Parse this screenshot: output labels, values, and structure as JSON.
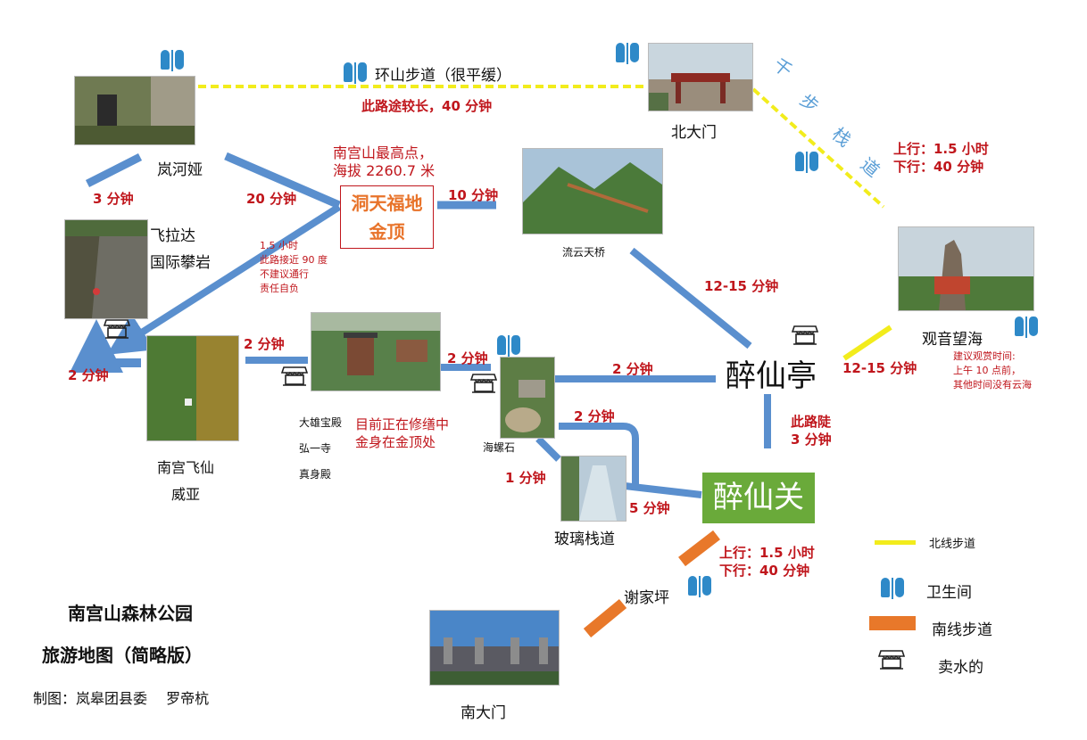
{
  "routes": {
    "loop_trail": "环山步道（很平缓）",
    "loop_time": "此路途较长，40 分钟",
    "qianbu_title": "千步栈道",
    "qianbu_up": "上行：1.5 小时",
    "qianbu_down": "下行：40 分钟"
  },
  "places": {
    "lanheya": "岚河娅",
    "beidamen": "北大门",
    "dongtian_line1": "洞天福地",
    "dongtian_line2": "金顶",
    "highest_line1": "南宫山最高点，",
    "highest_line2": "海拔 2260.7 米",
    "liuyun": "流云天桥",
    "feilada_line1": "飞拉达",
    "feilada_line2": "国际攀岩",
    "guanyin": "观音望海",
    "guanyin_note1": "建议观赏时间:",
    "guanyin_note2": "上午 10 点前，",
    "guanyin_note3": "其他时间没有云海",
    "zuixianting": "醉仙亭",
    "zuixianguan": "醉仙关",
    "daxiong": "大雄宝殿",
    "hongyi": "弘一寺",
    "zhenshen": "真身殿",
    "repair_line1": "目前正在修缮中",
    "repair_line2": "金身在金顶处",
    "hailuo": "海螺石",
    "boli": "玻璃栈道",
    "weiya_line1": "南宫飞仙",
    "weiya_line2": "威亚",
    "xiejiaping": "谢家坪",
    "nandamen": "南大门"
  },
  "times": {
    "t_3min": "3 分钟",
    "t_20min": "20 分钟",
    "t_10min": "10 分钟",
    "cliff_line1": "1.5 小时",
    "cliff_line2": "此路接近 90 度",
    "cliff_line3": "不建议通行",
    "cliff_line4": "责任自负",
    "t_12_15_a": "12-15 分钟",
    "t_12_15_b": "12-15 分钟",
    "t_2min_left": "2 分钟",
    "t_2min_a": "2 分钟",
    "t_2min_b": "2 分钟",
    "t_2min_c": "2 分钟",
    "t_2min_d": "2 分钟",
    "steep_line1": "此路陡",
    "steep_line2": "3 分钟",
    "t_1min": "1 分钟",
    "t_5min": "5 分钟",
    "south_up": "上行：1.5 小时",
    "south_down": "下行：40 分钟"
  },
  "legend": {
    "north": "北线步道",
    "toilet": "卫生间",
    "south": "南线步道",
    "water": "卖水的"
  },
  "footer": {
    "title1": "南宫山森林公园",
    "title2": "旅游地图（简略版）",
    "credit": "制图：岚皋团县委　 罗帝杭"
  },
  "colors": {
    "route_blue": "#5a8fce",
    "north_yellow": "#f2ec1c",
    "south_orange": "#e8782a",
    "time_red": "#c0161c",
    "zuixianguan_green": "#6aaa3a",
    "dongtian_orange": "#e8732a",
    "toilet_blue": "#2e89c8"
  }
}
